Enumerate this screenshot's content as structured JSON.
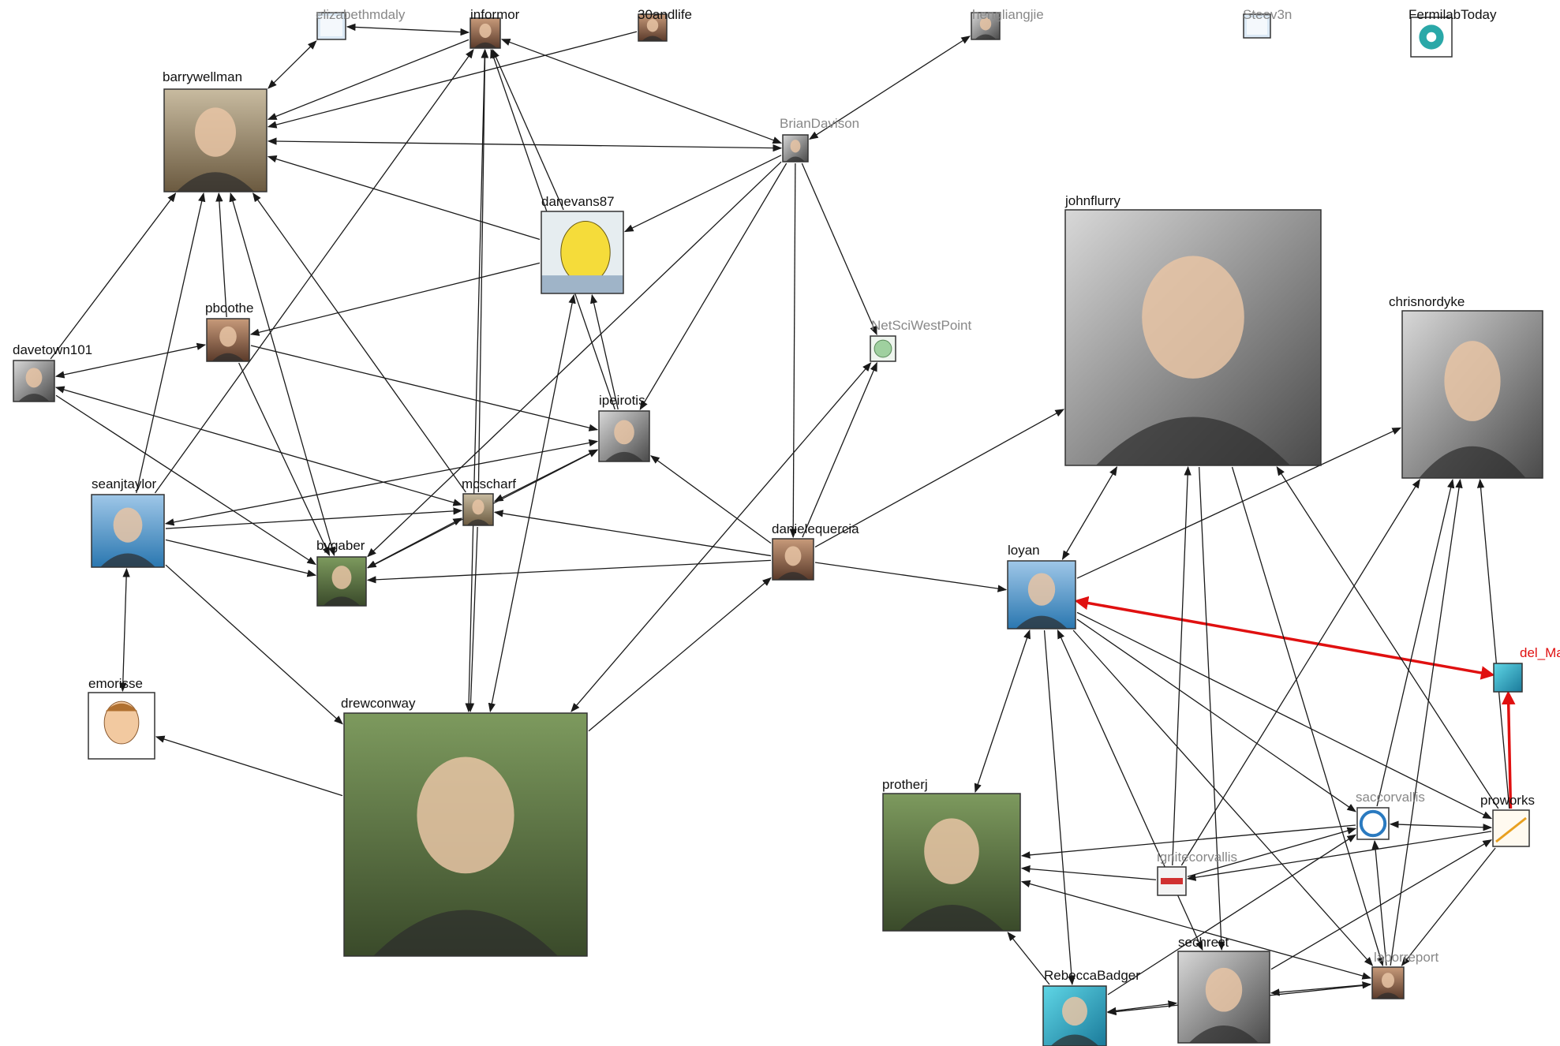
{
  "colors": {
    "edge": "#1a1a1a",
    "highlight_edge": "#e01010",
    "dim_label": "#888888"
  },
  "nodes": [
    {
      "id": "elizabethmdaly",
      "label": "elizabethmdaly",
      "dim": true,
      "icon": "blank-avatar-icon"
    },
    {
      "id": "informor",
      "label": "informor",
      "icon": "avatar-photo"
    },
    {
      "id": "30andlife",
      "label": "30andlife",
      "icon": "avatar-photo"
    },
    {
      "id": "hengliangjie",
      "label": "hengliangjie",
      "dim": true,
      "icon": "avatar-photo"
    },
    {
      "id": "Steev3n",
      "label": "Steev3n",
      "dim": true,
      "icon": "blank-avatar-icon"
    },
    {
      "id": "FermilabToday",
      "label": "FermilabToday",
      "icon": "fermilab-logo-icon"
    },
    {
      "id": "barrywellman",
      "label": "barrywellman",
      "icon": "avatar-photo"
    },
    {
      "id": "BrianDavison",
      "label": "BrianDavison",
      "dim": true,
      "icon": "avatar-photo"
    },
    {
      "id": "danevans87",
      "label": "danevans87",
      "icon": "cartoon-avatar-icon"
    },
    {
      "id": "johnflurry",
      "label": "johnflurry",
      "icon": "avatar-photo"
    },
    {
      "id": "chrisnordyke",
      "label": "chrisnordyke",
      "icon": "avatar-photo"
    },
    {
      "id": "NetSciWestPoint",
      "label": "NetSciWestPoint",
      "dim": true,
      "icon": "globe-icon"
    },
    {
      "id": "pboothe",
      "label": "pboothe",
      "icon": "avatar-photo"
    },
    {
      "id": "davetown101",
      "label": "davetown101",
      "icon": "avatar-photo"
    },
    {
      "id": "ipeirotis",
      "label": "ipeirotis",
      "icon": "avatar-photo"
    },
    {
      "id": "seanjtaylor",
      "label": "seanjtaylor",
      "icon": "avatar-photo"
    },
    {
      "id": "mcscharf",
      "label": "mcscharf",
      "icon": "avatar-photo"
    },
    {
      "id": "bygaber",
      "label": "bygaber",
      "icon": "avatar-photo"
    },
    {
      "id": "danielequercia",
      "label": "danielequercia",
      "icon": "avatar-photo"
    },
    {
      "id": "loyan",
      "label": "loyan",
      "icon": "avatar-photo"
    },
    {
      "id": "del_Mar",
      "label": "del_Mar",
      "red": true,
      "icon": "avatar-photo"
    },
    {
      "id": "emorisse",
      "label": "emorisse",
      "icon": "cartoon-avatar-icon"
    },
    {
      "id": "drewconway",
      "label": "drewconway",
      "icon": "avatar-photo"
    },
    {
      "id": "protherj",
      "label": "protherj",
      "icon": "avatar-photo"
    },
    {
      "id": "saccorvallis",
      "label": "saccorvallis",
      "dim": true,
      "icon": "ring-logo-icon"
    },
    {
      "id": "proworks",
      "label": "proworks",
      "icon": "chart-logo-icon"
    },
    {
      "id": "ignitecorvallis",
      "label": "ignitecorvallis",
      "dim": true,
      "icon": "ignite-logo-icon"
    },
    {
      "id": "sechrest",
      "label": "sechrest",
      "icon": "avatar-photo"
    },
    {
      "id": "RebeccaBadger",
      "label": "RebeccaBadger",
      "icon": "avatar-photo"
    },
    {
      "id": "laborreport",
      "label": "laborreport",
      "dim": true,
      "icon": "avatar-photo"
    }
  ],
  "edges": [
    [
      "elizabethmdaly",
      "informor",
      true
    ],
    [
      "barrywellman",
      "elizabethmdaly",
      true
    ],
    [
      "informor",
      "barrywellman",
      false
    ],
    [
      "30andlife",
      "barrywellman",
      false
    ],
    [
      "informor",
      "BrianDavison",
      true
    ],
    [
      "hengliangjie",
      "BrianDavison",
      true
    ],
    [
      "BrianDavison",
      "barrywellman",
      true
    ],
    [
      "danevans87",
      "barrywellman",
      false
    ],
    [
      "danevans87",
      "informor",
      false
    ],
    [
      "BrianDavison",
      "danevans87",
      false
    ],
    [
      "BrianDavison",
      "NetSciWestPoint",
      false
    ],
    [
      "BrianDavison",
      "ipeirotis",
      false
    ],
    [
      "BrianDavison",
      "bygaber",
      false
    ],
    [
      "BrianDavison",
      "danielequercia",
      false
    ],
    [
      "danevans87",
      "pboothe",
      false
    ],
    [
      "danevans87",
      "drewconway",
      true
    ],
    [
      "ipeirotis",
      "informor",
      false
    ],
    [
      "ipeirotis",
      "danevans87",
      false
    ],
    [
      "pboothe",
      "barrywellman",
      false
    ],
    [
      "pboothe",
      "davetown101",
      true
    ],
    [
      "pboothe",
      "ipeirotis",
      false
    ],
    [
      "pboothe",
      "bygaber",
      false
    ],
    [
      "davetown101",
      "barrywellman",
      false
    ],
    [
      "davetown101",
      "mcscharf",
      true
    ],
    [
      "davetown101",
      "bygaber",
      false
    ],
    [
      "seanjtaylor",
      "barrywellman",
      false
    ],
    [
      "seanjtaylor",
      "informor",
      false
    ],
    [
      "seanjtaylor",
      "ipeirotis",
      true
    ],
    [
      "seanjtaylor",
      "mcscharf",
      false
    ],
    [
      "seanjtaylor",
      "bygaber",
      false
    ],
    [
      "seanjtaylor",
      "drewconway",
      false
    ],
    [
      "emorisse",
      "seanjtaylor",
      true
    ],
    [
      "mcscharf",
      "barrywellman",
      false
    ],
    [
      "mcscharf",
      "informor",
      false
    ],
    [
      "mcscharf",
      "ipeirotis",
      true
    ],
    [
      "mcscharf",
      "drewconway",
      false
    ],
    [
      "bygaber",
      "barrywellman",
      true
    ],
    [
      "bygaber",
      "mcscharf",
      true
    ],
    [
      "bygaber",
      "ipeirotis",
      false
    ],
    [
      "danielequercia",
      "mcscharf",
      false
    ],
    [
      "danielequercia",
      "ipeirotis",
      false
    ],
    [
      "danielequercia",
      "bygaber",
      false
    ],
    [
      "danielequercia",
      "NetSciWestPoint",
      false
    ],
    [
      "danielequercia",
      "loyan",
      false
    ],
    [
      "danielequercia",
      "johnflurry",
      false
    ],
    [
      "drewconway",
      "informor",
      true
    ],
    [
      "drewconway",
      "NetSciWestPoint",
      true
    ],
    [
      "drewconway",
      "danielequercia",
      false
    ],
    [
      "drewconway",
      "emorisse",
      false
    ],
    [
      "loyan",
      "johnflurry",
      true
    ],
    [
      "loyan",
      "chrisnordyke",
      false
    ],
    [
      "loyan",
      "del_Mar",
      true,
      "red"
    ],
    [
      "proworks",
      "del_Mar",
      false,
      "red"
    ],
    [
      "loyan",
      "protherj",
      true
    ],
    [
      "loyan",
      "saccorvallis",
      false
    ],
    [
      "loyan",
      "proworks",
      false
    ],
    [
      "loyan",
      "sechrest",
      true
    ],
    [
      "loyan",
      "RebeccaBadger",
      false
    ],
    [
      "loyan",
      "laborreport",
      false
    ],
    [
      "ignitecorvallis",
      "johnflurry",
      false
    ],
    [
      "ignitecorvallis",
      "chrisnordyke",
      false
    ],
    [
      "ignitecorvallis",
      "protherj",
      false
    ],
    [
      "ignitecorvallis",
      "saccorvallis",
      false
    ],
    [
      "johnflurry",
      "laborreport",
      false
    ],
    [
      "johnflurry",
      "sechrest",
      false
    ],
    [
      "proworks",
      "johnflurry",
      false
    ],
    [
      "saccorvallis",
      "chrisnordyke",
      false
    ],
    [
      "proworks",
      "chrisnordyke",
      false
    ],
    [
      "laborreport",
      "chrisnordyke",
      false
    ],
    [
      "saccorvallis",
      "protherj",
      false
    ],
    [
      "proworks",
      "saccorvallis",
      true
    ],
    [
      "proworks",
      "ignitecorvallis",
      false
    ],
    [
      "proworks",
      "laborreport",
      false
    ],
    [
      "laborreport",
      "saccorvallis",
      false
    ],
    [
      "sechrest",
      "laborreport",
      true
    ],
    [
      "sechrest",
      "RebeccaBadger",
      true
    ],
    [
      "RebeccaBadger",
      "protherj",
      false
    ],
    [
      "protherj",
      "laborreport",
      true
    ],
    [
      "RebeccaBadger",
      "saccorvallis",
      false
    ],
    [
      "sechrest",
      "proworks",
      false
    ],
    [
      "laborreport",
      "RebeccaBadger",
      false
    ]
  ]
}
